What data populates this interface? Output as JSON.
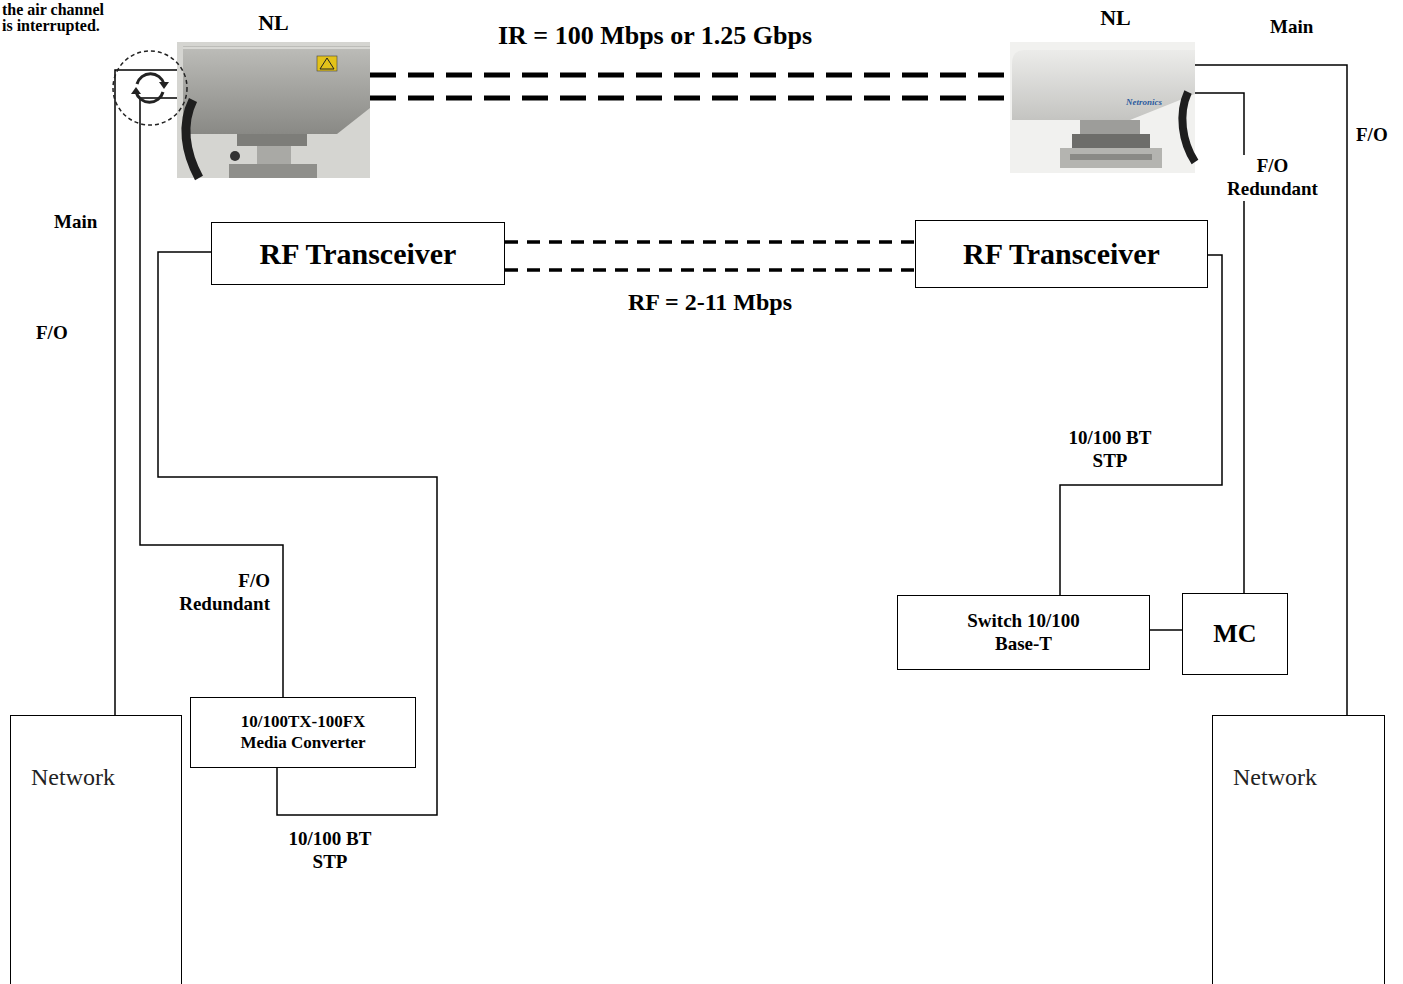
{
  "diagram": {
    "nodes": [
      {
        "text": [
          "NL"
        ]
      },
      {
        "text": [
          "NL"
        ]
      },
      {
        "text": [
          "RF Transceiver"
        ]
      },
      {
        "text": [
          "RF Transceiver"
        ]
      },
      {
        "text": [
          "Switch 10/100 Base-T"
        ]
      },
      {
        "text": [
          "MC"
        ]
      },
      {
        "text": [
          "10/100TX-100FX Media Converter"
        ]
      },
      {
        "text": [
          "Network"
        ]
      },
      {
        "text": [
          "Network"
        ]
      }
    ],
    "edges": [
      {
        "from": 0,
        "to": 1,
        "arrow": "none",
        "label": "IR = 100 Mbps or 1.25 Gbps"
      },
      {
        "from": 2,
        "to": 3,
        "arrow": "none",
        "label": "RF = 2-11 Mbps"
      },
      {
        "from": 7,
        "to": 0,
        "arrow": "none"
      },
      {
        "from": 6,
        "to": 0,
        "arrow": "none",
        "label": "F/O Redundant"
      },
      {
        "from": 6,
        "to": 2,
        "arrow": "none",
        "label": "10/100 BT STP"
      },
      {
        "from": 3,
        "to": 4,
        "arrow": "none",
        "label": "10/100 BT STP"
      },
      {
        "from": 4,
        "to": 5,
        "arrow": "none"
      },
      {
        "from": 5,
        "to": 1,
        "arrow": "none",
        "label": "F/O Redundant"
      },
      {
        "from": 8,
        "to": 1,
        "arrow": "none"
      }
    ],
    "labels": [
      "the air channel is interrupted.",
      "Main",
      "F/O",
      "Main",
      "F/O",
      "Netronics"
    ]
  }
}
